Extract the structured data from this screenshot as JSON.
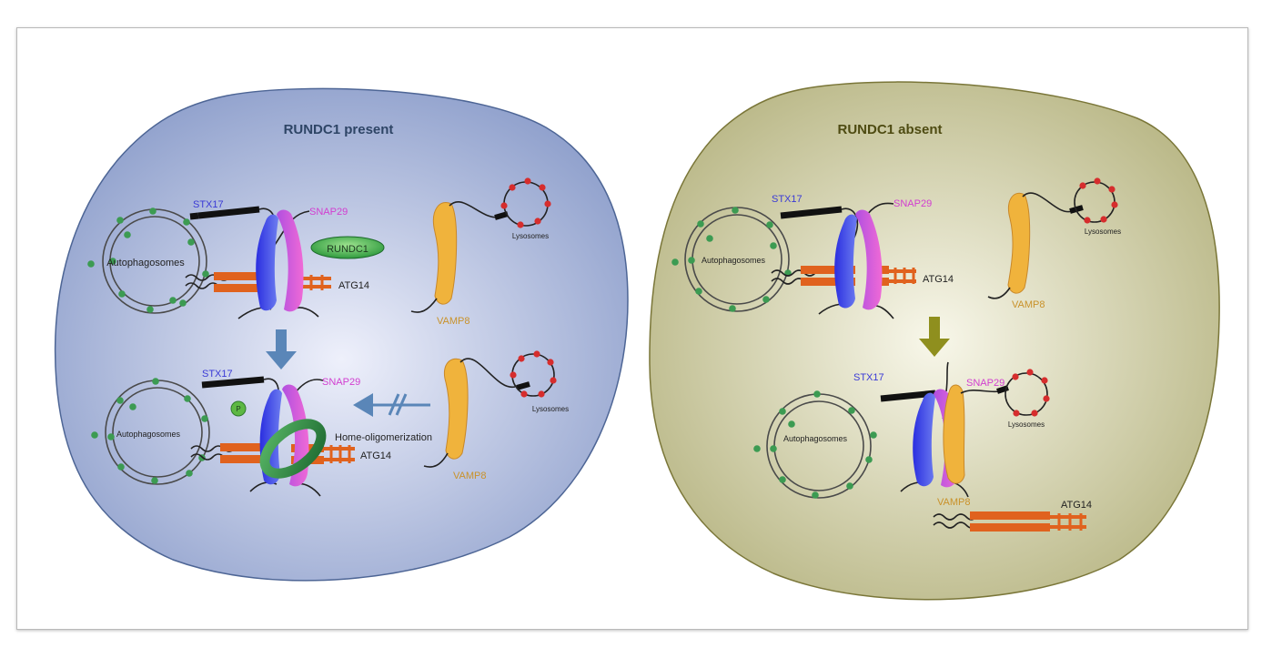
{
  "panels": {
    "present": {
      "title": "RUNDC1 present",
      "title_color": "#2e4566",
      "fill_center": "#eef0fb",
      "fill_edge": "#8fa0cc",
      "stroke": "#4d6595"
    },
    "absent": {
      "title": "RUNDC1 absent",
      "title_color": "#4e4b12",
      "fill_center": "#f8f7ea",
      "fill_edge": "#b7b583",
      "stroke": "#7a7638"
    }
  },
  "labels": {
    "stx17": "STX17",
    "snap29": "SNAP29",
    "atg14": "ATG14",
    "vamp8": "VAMP8",
    "rundc1": "RUNDC1",
    "autophagosomes": "Autophagosomes",
    "lysosomes": "Lysosomes",
    "p": "P",
    "home_oligomerization": "Home-oligomerization"
  },
  "colors": {
    "stx17_text": "#3a3ad6",
    "snap29_text": "#d23ed0",
    "vamp8_text": "#c9922a",
    "vamp8_fill": "#f0b33c",
    "atg14_bar": "#e0621e",
    "autophagosome_dot": "#3c9b52",
    "lysosome_dot": "#d62d2d",
    "rundc1_fill": "#32a846",
    "ring": "#2f8c44",
    "arrow_blue": "#5a86b8",
    "arrow_olive": "#8f8f1e"
  },
  "icons": [
    "blue-down-arrow",
    "olive-down-arrow",
    "blocked-left-arrow",
    "break-mark-icon"
  ]
}
